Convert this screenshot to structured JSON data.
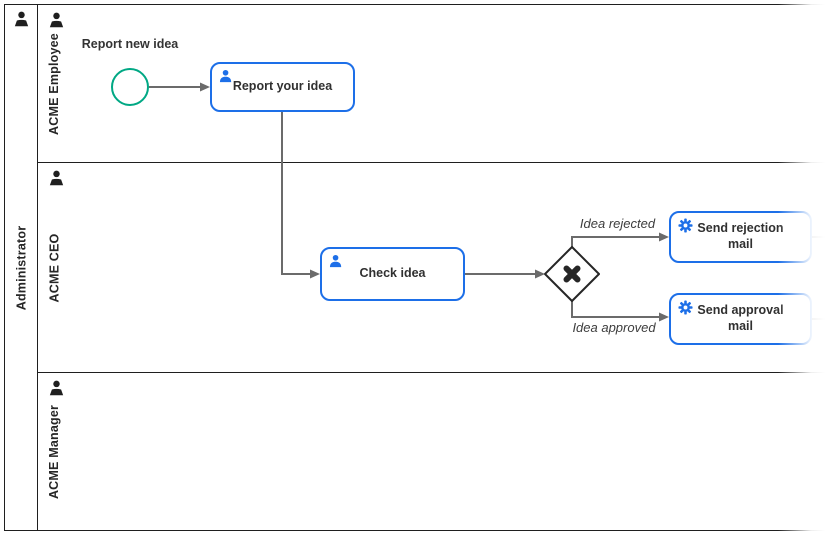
{
  "diagram": {
    "pool": {
      "label": "Administrator"
    },
    "lanes": [
      {
        "label": "ACME Employee"
      },
      {
        "label": "ACME CEO"
      },
      {
        "label": "ACME Manager"
      }
    ],
    "elements": {
      "start_event": {
        "type": "start-event",
        "label": "Report new idea"
      },
      "report_task": {
        "type": "user-task",
        "label": "Report your idea"
      },
      "check_task": {
        "type": "user-task",
        "label": "Check idea"
      },
      "gateway": {
        "type": "exclusive-gateway"
      },
      "reject_task": {
        "type": "service-task",
        "label": "Send rejection mail"
      },
      "approve_task": {
        "type": "service-task",
        "label": "Send approval mail"
      }
    },
    "flow_labels": {
      "rejected": "Idea rejected",
      "approved": "Idea approved"
    },
    "colors": {
      "task_border": "#1d6fe8",
      "task_icon": "#1d6fe8",
      "start_event": "#00a884",
      "flow": "#6b6b6b",
      "gateway": "#262626",
      "frame": "#1f1f1f",
      "text": "#303030"
    }
  }
}
